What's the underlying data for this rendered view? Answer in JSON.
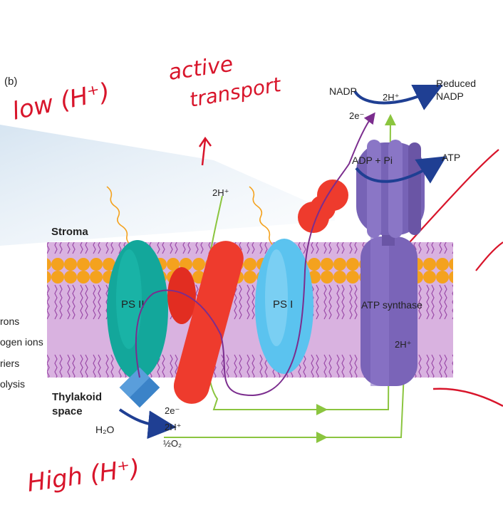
{
  "panel_label": "(b)",
  "regions": {
    "stroma": "Stroma",
    "thylakoid_line1": "Thylakoid",
    "thylakoid_line2": "space"
  },
  "complexes": {
    "ps2": "PS II",
    "ps1": "PS I",
    "atp_synthase": "ATP synthase"
  },
  "molecules": {
    "nadp": "NADP",
    "reduced_nadp_line1": "Reduced",
    "reduced_nadp_line2": "NADP",
    "proton_top": "2H⁺",
    "electron_top": "2e⁻",
    "adp_pi": "ADP + Pi",
    "atp": "ATP",
    "proton_stroma": "2H⁺",
    "proton_synthase": "2H⁺",
    "water": "H₂O",
    "electron_bottom": "2e⁻",
    "proton_bottom": "2H⁺",
    "oxygen": "½O₂"
  },
  "legend_fragments": [
    "rons",
    "ogen ions",
    "riers",
    "olysis"
  ],
  "annotations": {
    "low": "low (H⁺)",
    "active_line1": "active",
    "active_line2": "transport",
    "high": "High (H⁺)"
  },
  "colors": {
    "membrane_lipid": "#f4a21e",
    "membrane_core": "#d9b2e0",
    "ps2": "#13a79b",
    "ps1": "#5bc3ef",
    "carrier": "#ee3b2d",
    "atp_synthase": "#7a64b8",
    "electron_path": "#7b2d8e",
    "proton_path": "#8bc53f",
    "nadp_arrow": "#1f3f93",
    "annotation": "#d8152b"
  }
}
